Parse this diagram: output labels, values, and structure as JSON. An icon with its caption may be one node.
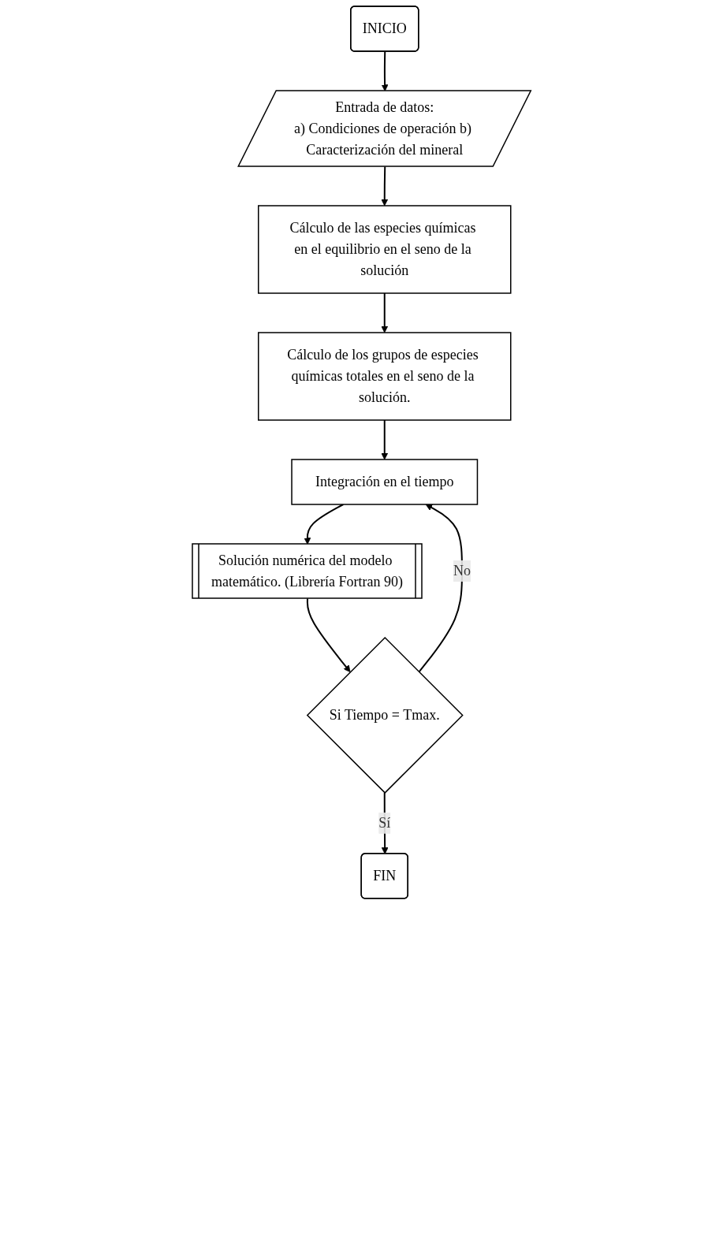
{
  "diagram": {
    "nodes": [
      {
        "text": [
          "INICIO"
        ]
      },
      {
        "text": [
          "Entrada de datos:",
          "a) Condiciones de operación b) Caracterización del mineral"
        ]
      },
      {
        "text": [
          "Cálculo de las especies químicas en el equilibrio en el seno de la solución"
        ]
      },
      {
        "text": [
          "Cálculo de los grupos de especies químicas totales en el seno de la solución."
        ]
      },
      {
        "text": [
          "Integración en el tiempo"
        ]
      },
      {
        "text": [
          "Solución numérica del modelo matemático. (Librería Fortran 90)"
        ]
      },
      {
        "text": [
          "Si Tiempo = Tmax."
        ]
      },
      {
        "text": [
          "FIN"
        ]
      }
    ],
    "edges": [
      {
        "from": 0,
        "to": 1,
        "arrow": "to"
      },
      {
        "from": 1,
        "to": 2,
        "arrow": "to"
      },
      {
        "from": 2,
        "to": 3,
        "arrow": "to"
      },
      {
        "from": 3,
        "to": 4,
        "arrow": "to"
      },
      {
        "from": 4,
        "to": 5,
        "arrow": "to"
      },
      {
        "from": 5,
        "to": 6,
        "arrow": "to"
      },
      {
        "from": 6,
        "to": 4,
        "arrow": "to",
        "label": "No"
      },
      {
        "from": 6,
        "to": 7,
        "arrow": "to",
        "label": "Sí"
      }
    ]
  }
}
